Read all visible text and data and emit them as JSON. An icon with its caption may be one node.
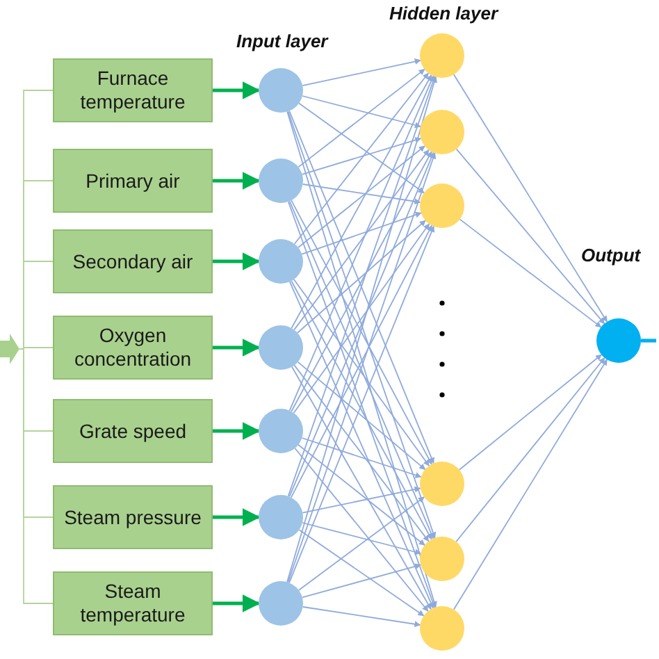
{
  "diagram": {
    "nodes": [
      {
        "text": [],
        "shape": "arrow"
      },
      {
        "text": [
          "Furnace temperature"
        ]
      },
      {
        "text": [
          "Primary air"
        ]
      },
      {
        "text": [
          "Secondary air"
        ]
      },
      {
        "text": [
          "Oxygen concentration"
        ]
      },
      {
        "text": [
          "Grate speed"
        ]
      },
      {
        "text": [
          "Steam pressure"
        ]
      },
      {
        "text": [
          "Steam temperature"
        ]
      },
      {
        "text": [],
        "shape": "circle"
      },
      {
        "text": [],
        "shape": "circle"
      },
      {
        "text": [],
        "shape": "circle"
      },
      {
        "text": [],
        "shape": "circle"
      },
      {
        "text": [],
        "shape": "circle"
      },
      {
        "text": [],
        "shape": "circle"
      },
      {
        "text": [],
        "shape": "circle"
      },
      {
        "text": [],
        "shape": "circle"
      },
      {
        "text": [],
        "shape": "circle"
      },
      {
        "text": [],
        "shape": "circle"
      },
      {
        "text": [],
        "shape": "circle"
      },
      {
        "text": [],
        "shape": "circle"
      },
      {
        "text": [],
        "shape": "circle"
      },
      {
        "text": [],
        "shape": "circle"
      }
    ],
    "edges": [
      {
        "from": 0,
        "to": 1,
        "arrow": "none",
        "color": "#b4d39c"
      },
      {
        "from": 0,
        "to": 2,
        "arrow": "none",
        "color": "#b4d39c"
      },
      {
        "from": 0,
        "to": 3,
        "arrow": "none",
        "color": "#b4d39c"
      },
      {
        "from": 0,
        "to": 4,
        "arrow": "none",
        "color": "#b4d39c"
      },
      {
        "from": 0,
        "to": 5,
        "arrow": "none",
        "color": "#b4d39c"
      },
      {
        "from": 0,
        "to": 6,
        "arrow": "none",
        "color": "#b4d39c"
      },
      {
        "from": 0,
        "to": 7,
        "arrow": "none",
        "color": "#b4d39c"
      },
      {
        "from": 1,
        "to": 8,
        "arrow": "to",
        "style": "thick",
        "color": "#00b050"
      },
      {
        "from": 2,
        "to": 9,
        "arrow": "to",
        "style": "thick",
        "color": "#00b050"
      },
      {
        "from": 3,
        "to": 10,
        "arrow": "to",
        "style": "thick",
        "color": "#00b050"
      },
      {
        "from": 4,
        "to": 11,
        "arrow": "to",
        "style": "thick",
        "color": "#00b050"
      },
      {
        "from": 5,
        "to": 12,
        "arrow": "to",
        "style": "thick",
        "color": "#00b050"
      },
      {
        "from": 6,
        "to": 13,
        "arrow": "to",
        "style": "thick",
        "color": "#00b050"
      },
      {
        "from": 7,
        "to": 14,
        "arrow": "to",
        "style": "thick",
        "color": "#00b050"
      },
      {
        "from": 8,
        "to": 15,
        "arrow": "to"
      },
      {
        "from": 8,
        "to": 16,
        "arrow": "to"
      },
      {
        "from": 8,
        "to": 17,
        "arrow": "to"
      },
      {
        "from": 8,
        "to": 18,
        "arrow": "to"
      },
      {
        "from": 8,
        "to": 19,
        "arrow": "to"
      },
      {
        "from": 8,
        "to": 20,
        "arrow": "to"
      },
      {
        "from": 9,
        "to": 15,
        "arrow": "to"
      },
      {
        "from": 9,
        "to": 16,
        "arrow": "to"
      },
      {
        "from": 9,
        "to": 17,
        "arrow": "to"
      },
      {
        "from": 9,
        "to": 18,
        "arrow": "to"
      },
      {
        "from": 9,
        "to": 19,
        "arrow": "to"
      },
      {
        "from": 9,
        "to": 20,
        "arrow": "to"
      },
      {
        "from": 10,
        "to": 15,
        "arrow": "to"
      },
      {
        "from": 10,
        "to": 16,
        "arrow": "to"
      },
      {
        "from": 10,
        "to": 17,
        "arrow": "to"
      },
      {
        "from": 10,
        "to": 18,
        "arrow": "to"
      },
      {
        "from": 10,
        "to": 19,
        "arrow": "to"
      },
      {
        "from": 10,
        "to": 20,
        "arrow": "to"
      },
      {
        "from": 11,
        "to": 15,
        "arrow": "to"
      },
      {
        "from": 11,
        "to": 16,
        "arrow": "to"
      },
      {
        "from": 11,
        "to": 17,
        "arrow": "to"
      },
      {
        "from": 11,
        "to": 18,
        "arrow": "to"
      },
      {
        "from": 11,
        "to": 19,
        "arrow": "to"
      },
      {
        "from": 11,
        "to": 20,
        "arrow": "to"
      },
      {
        "from": 12,
        "to": 15,
        "arrow": "to"
      },
      {
        "from": 12,
        "to": 16,
        "arrow": "to"
      },
      {
        "from": 12,
        "to": 17,
        "arrow": "to"
      },
      {
        "from": 12,
        "to": 18,
        "arrow": "to"
      },
      {
        "from": 12,
        "to": 19,
        "arrow": "to"
      },
      {
        "from": 12,
        "to": 20,
        "arrow": "to"
      },
      {
        "from": 13,
        "to": 15,
        "arrow": "to"
      },
      {
        "from": 13,
        "to": 16,
        "arrow": "to"
      },
      {
        "from": 13,
        "to": 17,
        "arrow": "to"
      },
      {
        "from": 13,
        "to": 18,
        "arrow": "to"
      },
      {
        "from": 13,
        "to": 19,
        "arrow": "to"
      },
      {
        "from": 13,
        "to": 20,
        "arrow": "to"
      },
      {
        "from": 14,
        "to": 15,
        "arrow": "to"
      },
      {
        "from": 14,
        "to": 16,
        "arrow": "to"
      },
      {
        "from": 14,
        "to": 17,
        "arrow": "to"
      },
      {
        "from": 14,
        "to": 18,
        "arrow": "to"
      },
      {
        "from": 14,
        "to": 19,
        "arrow": "to"
      },
      {
        "from": 14,
        "to": 20,
        "arrow": "to"
      },
      {
        "from": 15,
        "to": 21,
        "arrow": "to"
      },
      {
        "from": 16,
        "to": 21,
        "arrow": "to"
      },
      {
        "from": 17,
        "to": 21,
        "arrow": "to"
      },
      {
        "from": 18,
        "to": 21,
        "arrow": "to"
      },
      {
        "from": 19,
        "to": 21,
        "arrow": "to"
      },
      {
        "from": 20,
        "to": 21,
        "arrow": "to"
      },
      {
        "from": 21,
        "to": null,
        "arrow": "none",
        "style": "thick",
        "color": "#00b0f0"
      }
    ],
    "labels": [
      "Input layer",
      "Hidden layer",
      "Output"
    ]
  }
}
